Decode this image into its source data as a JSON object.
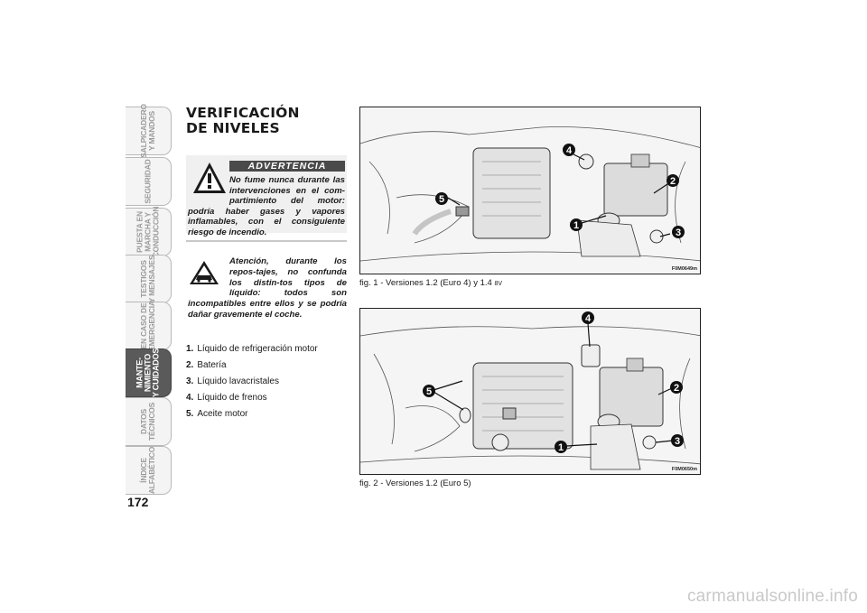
{
  "side_tabs": [
    {
      "label": "SALPICADERO\nY MANDOS",
      "active": false
    },
    {
      "label": "SEGURIDAD",
      "active": false
    },
    {
      "label": "PUESTA EN\nMARCHA Y\nCONDUCCIÓN",
      "active": false
    },
    {
      "label": "TESTIGOS\nY MENSAJES",
      "active": false
    },
    {
      "label": "EN CASO DE\nEMERGENCIA",
      "active": false
    },
    {
      "label": "MANTE-\nNIMIENTO\nY CUIDADOS",
      "active": true
    },
    {
      "label": "DATOS\nTÉCNICOS",
      "active": false
    },
    {
      "label": "ÍNDICE\nALFABÉTICO",
      "active": false
    }
  ],
  "page_number": "172",
  "section_title": "VERIFICACIÓN\nDE NIVELES",
  "warning": {
    "header": "ADVERTENCIA",
    "text": "No fume nunca durante las intervenciones en el com-partimiento del motor: podría haber gases y vapores inflamables, con el consiguiente riesgo de incendio.",
    "icon": "warning-triangle-icon"
  },
  "note": {
    "text": "Atención, durante los repos-tajes, no confunda los distin-tos tipos de líquido: todos son incompatibles entre ellos y se podría dañar gravemente el coche.",
    "icon": "car-caution-icon"
  },
  "legend": [
    {
      "num": "1.",
      "label": "Líquido de refrigeración motor"
    },
    {
      "num": "2.",
      "label": "Batería"
    },
    {
      "num": "3.",
      "label": "Líquido lavacristales"
    },
    {
      "num": "4.",
      "label": "Líquido de frenos"
    },
    {
      "num": "5.",
      "label": "Aceite motor"
    }
  ],
  "figures": [
    {
      "caption": "fig. 1 - Versiones 1.2 (Euro 4) y 1.4",
      "caption_suffix": "8V",
      "code": "F0M0649m",
      "callouts": [
        "1",
        "2",
        "3",
        "4",
        "5"
      ]
    },
    {
      "caption": "fig. 2 - Versiones 1.2 (Euro 5)",
      "caption_suffix": "",
      "code": "F0M0650m",
      "callouts": [
        "1",
        "2",
        "3",
        "4",
        "5"
      ]
    }
  ],
  "watermark": "carmanualsonline.info",
  "colors": {
    "active_tab": "#5a5a5a",
    "tab": "#f4f4f4",
    "warning_header": "#4a4a4a",
    "box": "#f0f0f0"
  }
}
